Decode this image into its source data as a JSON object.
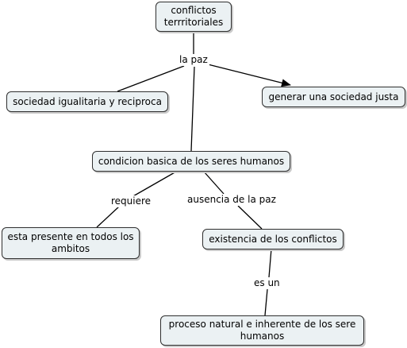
{
  "concepts": {
    "conflictos": "conflictos\nterrritoriales",
    "sociedad": "sociedad igualitaria y reciproca",
    "generar": "generar una sociedad justa",
    "condicion": "condicion basica de los seres humanos",
    "esta_presente": "esta presente en todos los\nambitos",
    "existencia": "existencia de los conflictos",
    "proceso": "proceso natural e inherente de los sere\nhumanos"
  },
  "links": {
    "la_paz": "la paz",
    "requiere": "requiere",
    "ausencia": "ausencia de la paz",
    "es_un": "es un"
  },
  "colors": {
    "node_fill": "#ebf1f3",
    "node_border": "#2f2f2f",
    "connector": "#000000"
  }
}
